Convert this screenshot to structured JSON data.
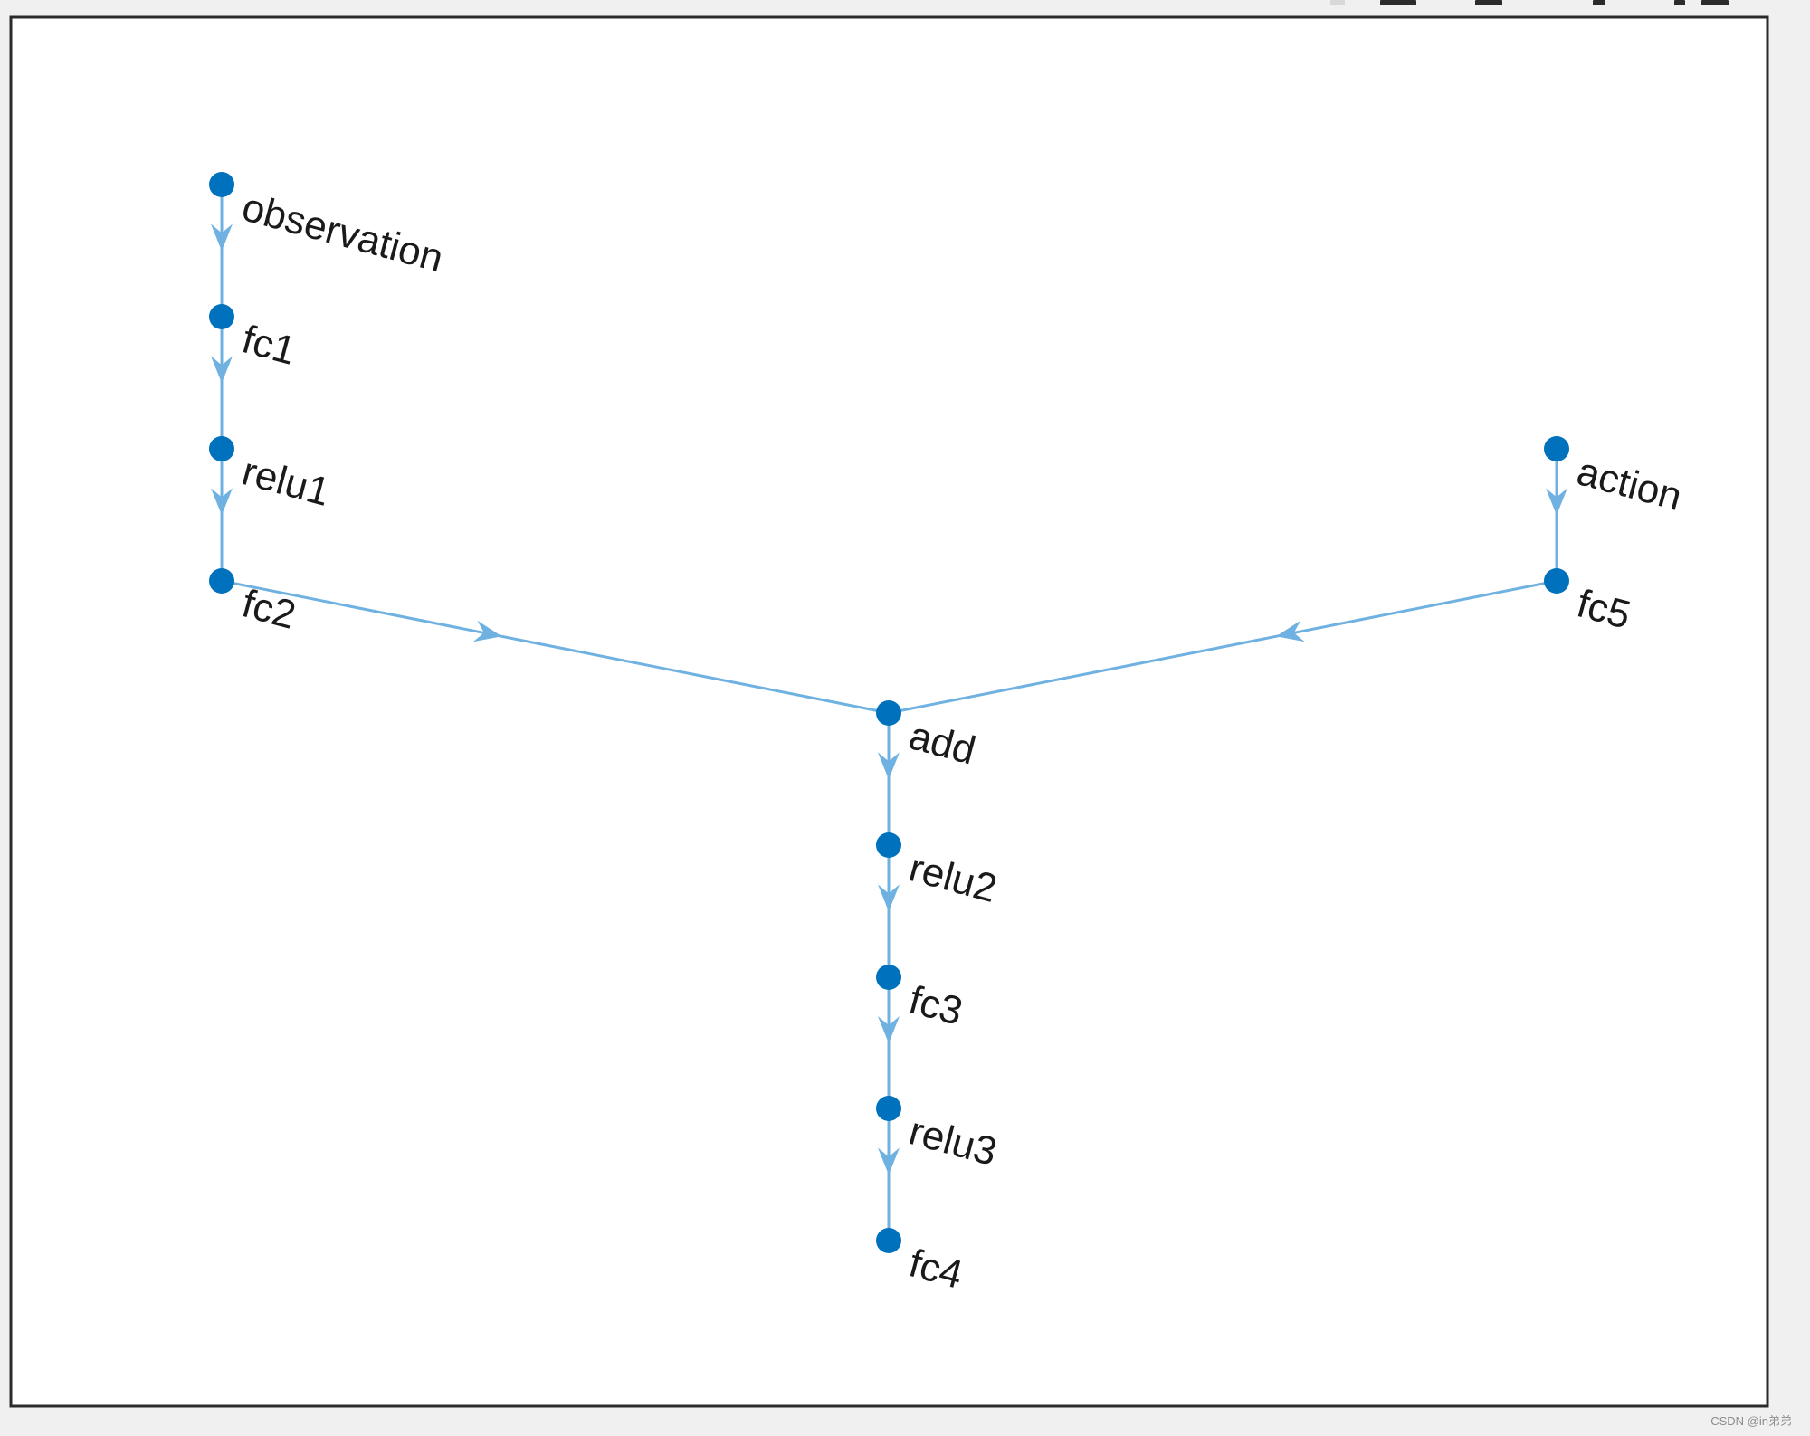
{
  "colors": {
    "edge": "#6fb1e0",
    "node": "#0072bd",
    "label": "#1a1a1a",
    "axes_border": "#2b2b2b",
    "figure_bg": "#f0f0f0",
    "axes_bg": "#ffffff"
  },
  "toolbar": {
    "icons": [
      "brush-icon",
      "data-tips-icon",
      "pan-icon",
      "zoom-in-icon",
      "zoom-out-icon"
    ]
  },
  "graph": {
    "nodes": [
      {
        "id": "observation",
        "label": "observation"
      },
      {
        "id": "fc1",
        "label": "fc1"
      },
      {
        "id": "relu1",
        "label": "relu1"
      },
      {
        "id": "fc2",
        "label": "fc2"
      },
      {
        "id": "action",
        "label": "action"
      },
      {
        "id": "fc5",
        "label": "fc5"
      },
      {
        "id": "add",
        "label": "add"
      },
      {
        "id": "relu2",
        "label": "relu2"
      },
      {
        "id": "fc3",
        "label": "fc3"
      },
      {
        "id": "relu3",
        "label": "relu3"
      },
      {
        "id": "fc4",
        "label": "fc4"
      }
    ],
    "edges": [
      {
        "from": "observation",
        "to": "fc1"
      },
      {
        "from": "fc1",
        "to": "relu1"
      },
      {
        "from": "relu1",
        "to": "fc2"
      },
      {
        "from": "fc2",
        "to": "add"
      },
      {
        "from": "action",
        "to": "fc5"
      },
      {
        "from": "fc5",
        "to": "add"
      },
      {
        "from": "add",
        "to": "relu2"
      },
      {
        "from": "relu2",
        "to": "fc3"
      },
      {
        "from": "fc3",
        "to": "relu3"
      },
      {
        "from": "relu3",
        "to": "fc4"
      }
    ]
  },
  "watermark": "CSDN @in弟弟"
}
